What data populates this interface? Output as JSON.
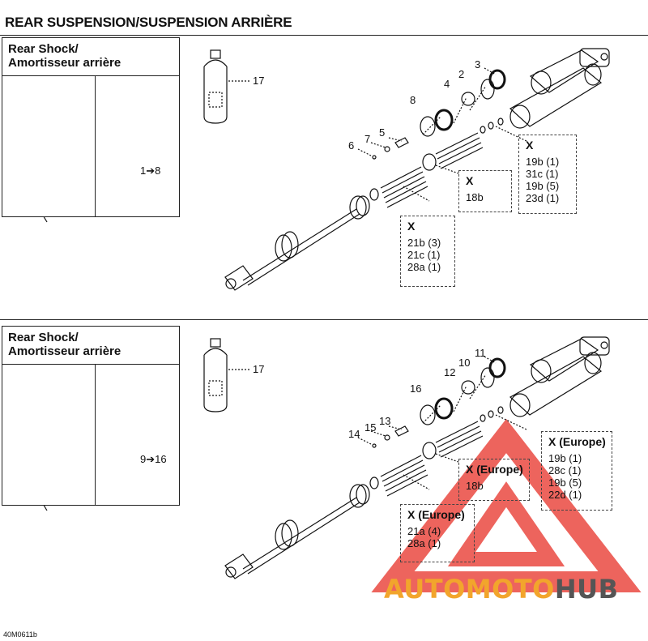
{
  "title": "REAR SUSPENSION/SUSPENSION ARRIÈRE",
  "colors": {
    "watermark_triangle": "#e8392f",
    "watermark_text": "#f2a52c",
    "watermark_hub": "#555555"
  },
  "panels": [
    {
      "inset": {
        "line1": "Rear Shock/",
        "line2": "Amortisseur arrière",
        "range": "1➔8"
      },
      "callouts": {
        "c17": "17",
        "a": "3",
        "b": "2",
        "c": "4",
        "d": "8",
        "e": "5",
        "f": "7",
        "g": "6"
      },
      "boxes": [
        {
          "header": "X",
          "lines": [
            "19b (1)",
            "31c (1)",
            "19b (5)",
            "23d (1)"
          ]
        },
        {
          "header": "X",
          "lines": [
            "18b"
          ]
        },
        {
          "header": "X",
          "lines": [
            "21b (3)",
            "21c (1)",
            "28a (1)"
          ]
        }
      ]
    },
    {
      "inset": {
        "line1": "Rear Shock/",
        "line2": "Amortisseur arrière",
        "range": "9➔16"
      },
      "callouts": {
        "c17": "17",
        "a": "11",
        "b": "10",
        "c": "12",
        "d": "16",
        "e": "13",
        "f": "15",
        "g": "14"
      },
      "boxes": [
        {
          "header": "X (Europe)",
          "lines": [
            "19b (1)",
            "28c (1)",
            "19b (5)",
            "22d (1)"
          ]
        },
        {
          "header": "X (Europe)",
          "lines": [
            "18b"
          ]
        },
        {
          "header": "X (Europe)",
          "lines": [
            "21a (4)",
            "28a (1)"
          ]
        }
      ]
    }
  ],
  "figure_code": "40M0611b",
  "watermark": {
    "part1": "AUTOMOTO",
    "part2": "HUB"
  }
}
